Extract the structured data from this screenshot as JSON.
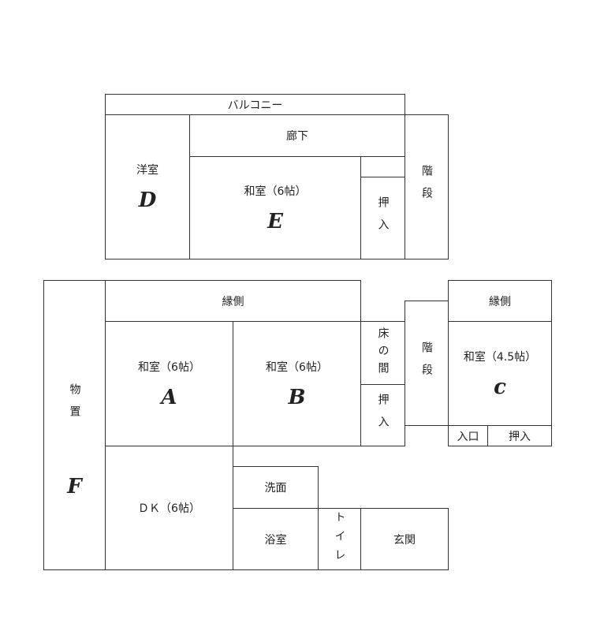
{
  "upper": {
    "balcony": "バルコニー",
    "corridor": "廊下",
    "western_room": {
      "label": "洋室",
      "mark": "D"
    },
    "japanese_room": {
      "label": "和室（6帖）",
      "mark": "E"
    },
    "closet": "押入",
    "stairs": "階段"
  },
  "lower": {
    "storage": {
      "label": "物置",
      "mark": "F"
    },
    "veranda_left": "縁側",
    "room_a": {
      "label": "和室（6帖）",
      "mark": "A"
    },
    "room_b": {
      "label": "和室（6帖）",
      "mark": "B"
    },
    "tokonoma": "床の間",
    "closet_mid": "押入",
    "stairs": "階段",
    "veranda_right": "縁側",
    "room_c": {
      "label": "和室（4.5帖）",
      "mark": "C"
    },
    "entrance_small": "入口",
    "closet_c": "押入",
    "dk": "ＤＫ（6帖）",
    "washroom": "洗面",
    "bathroom": "浴室",
    "toilet": "トイレ",
    "genkan": "玄関"
  }
}
